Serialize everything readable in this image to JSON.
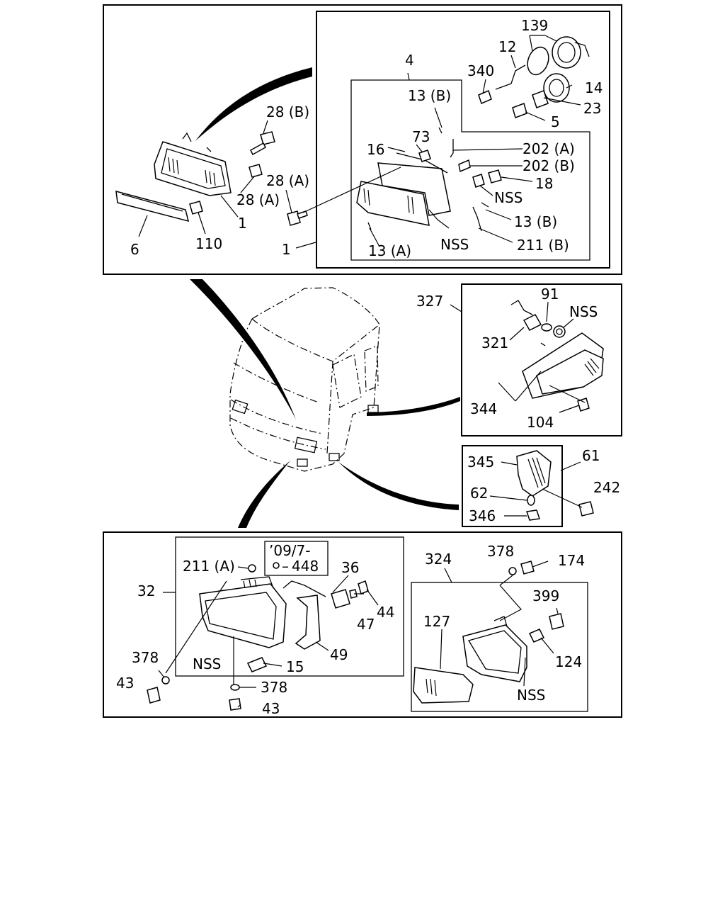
{
  "labels": {
    "p139": "139",
    "p12": "12",
    "p340": "340",
    "p14": "14",
    "p23": "23",
    "p5": "5",
    "p4": "4",
    "p13b_top": "13 (B)",
    "p73": "73",
    "p16": "16",
    "p202a": "202 (A)",
    "p202b": "202 (B)",
    "p18": "18",
    "nss_mid": "NSS",
    "p13b_low": "13 (B)",
    "nss_lamp": "NSS",
    "p211b": "211 (B)",
    "p13a": "13 (A)",
    "p28b": "28 (B)",
    "p28a_a": "28 (A)",
    "p28a_b": "28 (A)",
    "p1_a": "1",
    "p1_b": "1",
    "p6": "6",
    "p110": "110",
    "p327": "327",
    "p91": "91",
    "nss_327": "NSS",
    "p321": "321",
    "p344": "344",
    "p104": "104",
    "p345": "345",
    "p61": "61",
    "p62": "62",
    "p242": "242",
    "p346": "346",
    "p32": "32",
    "p211a": "211 (A)",
    "note_date": "’09/7-",
    "p448": "448",
    "p36": "36",
    "p44": "44",
    "p47": "47",
    "p49": "49",
    "p378_a": "378",
    "nss_fog": "NSS",
    "p15": "15",
    "p43_a": "43",
    "p378_b": "378",
    "p43_b": "43",
    "p324": "324",
    "p378_c": "378",
    "p174": "174",
    "p399": "399",
    "p127": "127",
    "p124": "124",
    "nss_324": "NSS"
  }
}
